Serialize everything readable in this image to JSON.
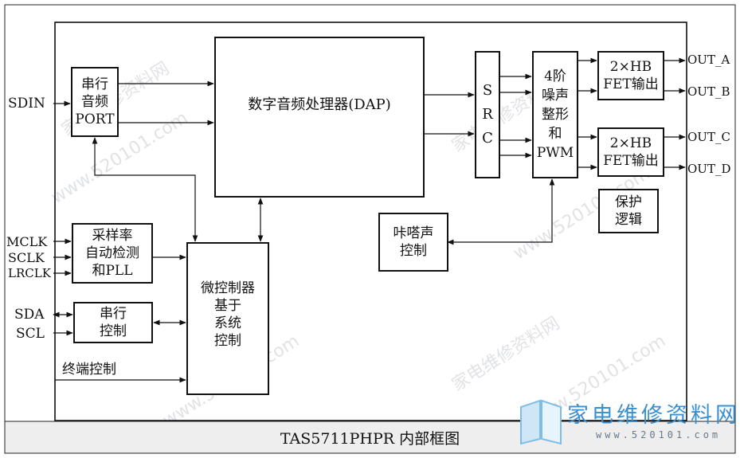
{
  "caption": "TAS5711PHPR 内部框图",
  "inputs": {
    "sdin": "SDIN",
    "mclk": "MCLK",
    "sclk": "SCLK",
    "lrclk": "LRCLK",
    "sda": "SDA",
    "scl": "SCL",
    "terminal": "终端控制"
  },
  "blocks": {
    "serial_audio_port": [
      "串行",
      "音频",
      "PORT"
    ],
    "dap": "数字音频处理器(DAP)",
    "src": [
      "S",
      "R",
      "C"
    ],
    "pwm": [
      "4阶",
      "噪声",
      "整形",
      "和",
      "PWM"
    ],
    "hb1": [
      "2×HB",
      "FET输出"
    ],
    "hb2": [
      "2×HB",
      "FET输出"
    ],
    "protect": [
      "保护",
      "逻辑"
    ],
    "click": [
      "咔嗒声",
      "控制"
    ],
    "sample_rate": [
      "采样率",
      "自动检测",
      "和PLL"
    ],
    "serial_ctrl": [
      "串行",
      "控制"
    ],
    "mcu": [
      "微控制器",
      "基于",
      "系统",
      "控制"
    ]
  },
  "outputs": {
    "a": "OUT_A",
    "b": "OUT_B",
    "c": "OUT_C",
    "d": "OUT_D"
  },
  "watermark": {
    "text": "家电维修资料网",
    "url": "www.520101.com",
    "logo_cn": "家电维修资料网",
    "logo_url": "www.520101.com"
  }
}
